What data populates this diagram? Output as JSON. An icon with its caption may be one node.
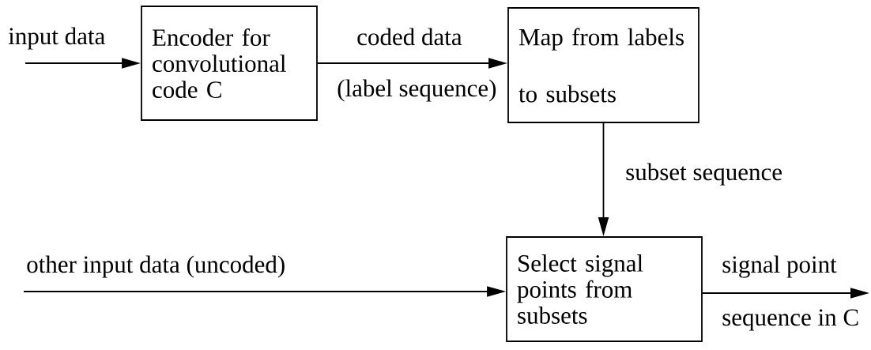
{
  "diagram": {
    "nodes": [
      {
        "text": [
          "Encoder for convolutional code C"
        ]
      },
      {
        "text": [
          "Map from labels to subsets"
        ]
      },
      {
        "text": [
          "Select signal points from subsets"
        ]
      }
    ],
    "edges": [
      {
        "from": null,
        "to": 0,
        "arrow": "to",
        "label": "input data"
      },
      {
        "from": 0,
        "to": 1,
        "arrow": "to",
        "label": "coded data"
      },
      {
        "from": 1,
        "to": 2,
        "arrow": "to",
        "label": "subset sequence"
      },
      {
        "from": null,
        "to": 2,
        "arrow": "to",
        "label": "other input data (uncoded)"
      },
      {
        "from": 2,
        "to": null,
        "arrow": "to",
        "label": "signal point"
      }
    ],
    "labels": [
      "(label sequence)",
      "sequence in C"
    ]
  }
}
